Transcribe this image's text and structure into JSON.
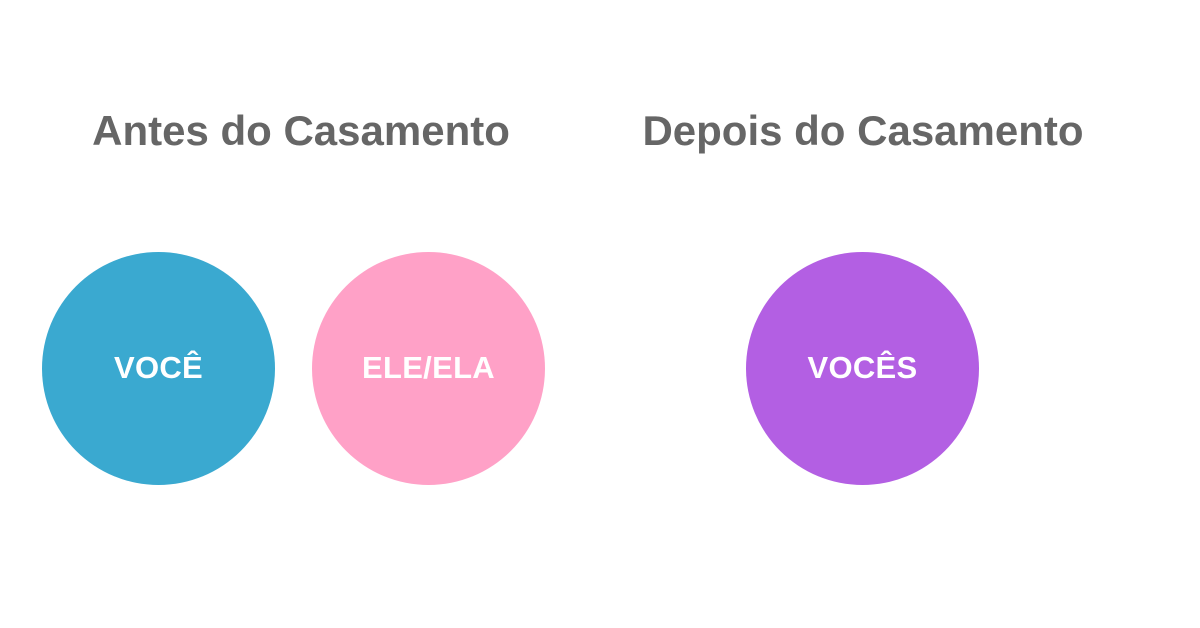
{
  "sections": {
    "before": {
      "title": "Antes do Casamento",
      "circles": [
        {
          "label": "VOCÊ",
          "color": "#3aa9d0"
        },
        {
          "label": "ELE/ELA",
          "color": "#ffa1c7"
        }
      ]
    },
    "after": {
      "title": "Depois do Casamento",
      "circles": [
        {
          "label": "VOCÊS",
          "color": "#b35fe3"
        }
      ]
    }
  },
  "colors": {
    "heading_text": "#666666",
    "circle_text": "#ffffff",
    "background": "#ffffff"
  }
}
